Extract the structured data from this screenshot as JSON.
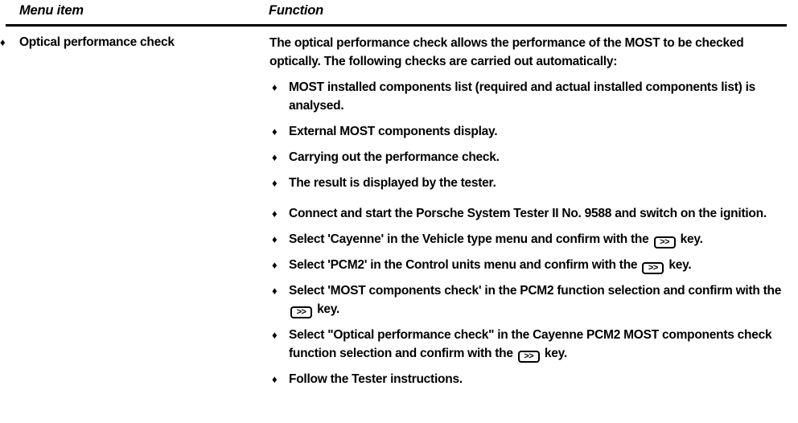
{
  "table": {
    "headers": {
      "menu_item": "Menu item",
      "function": "Function"
    },
    "bullet_glyph": "♦",
    "keycap_label": ">>",
    "rows": [
      {
        "menu_item": "Optical performance check",
        "intro_paragraph": "The optical performance check allows the performance of the MOST to be checked optically. The following checks are carried out automatically:",
        "bullets": [
          {
            "id": "bullet-installed-components-list",
            "text_before_key": "MOST installed components list (required and actual installed components list) is analysed.",
            "has_key": false,
            "text_after_key": ""
          },
          {
            "id": "bullet-external-components-display",
            "text_before_key": "External MOST components display.",
            "has_key": false,
            "text_after_key": ""
          },
          {
            "id": "bullet-carrying-out-performance-check",
            "text_before_key": "Carrying out the performance check.",
            "has_key": false,
            "text_after_key": ""
          },
          {
            "id": "bullet-result-displayed-by-tester",
            "text_before_key": "The result is displayed by the tester.",
            "has_key": false,
            "text_after_key": ""
          },
          {
            "id": "bullet-connect-and-start-tester",
            "text_before_key": "Connect and start the Porsche System Tester II No. 9588 and switch on the ignition.",
            "has_key": false,
            "text_after_key": "",
            "extra_gap": true
          },
          {
            "id": "bullet-select-cayenne",
            "text_before_key": "Select 'Cayenne' in the Vehicle type menu and confirm with the",
            "has_key": true,
            "text_after_key": "key."
          },
          {
            "id": "bullet-select-pcm2",
            "text_before_key": "Select 'PCM2' in the Control units menu and confirm with the",
            "has_key": true,
            "text_after_key": "key."
          },
          {
            "id": "bullet-select-most-components-check",
            "text_before_key": "Select 'MOST components check' in the PCM2 function selection and confirm with the",
            "has_key": true,
            "text_after_key": "key."
          },
          {
            "id": "bullet-select-optical-performance-check",
            "text_before_key": "Select \"Optical performance check\" in the Cayenne PCM2 MOST components check function selection and confirm with the",
            "has_key": true,
            "text_after_key": "key."
          },
          {
            "id": "bullet-follow-tester-instructions",
            "text_before_key": "Follow the Tester instructions.",
            "has_key": false,
            "text_after_key": ""
          }
        ]
      }
    ]
  }
}
